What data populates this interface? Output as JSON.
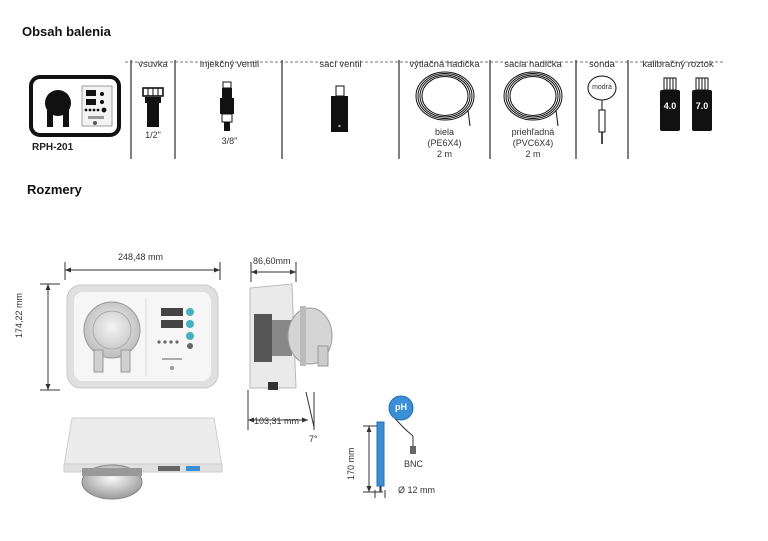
{
  "headings": {
    "contents": "Obsah balenia",
    "dimensions": "Rozmery"
  },
  "contents": {
    "model": "RPH-201",
    "columns": [
      {
        "label": "vsuvka",
        "caption": [
          "1/2\""
        ]
      },
      {
        "label": "injekčný ventil",
        "caption": [
          "3/8\""
        ]
      },
      {
        "label": "sací ventil",
        "caption": []
      },
      {
        "label": "výtlačná hadička",
        "caption": [
          "biela",
          "(PE6X4)",
          "2 m"
        ]
      },
      {
        "label": "sacia hadička",
        "caption": [
          "priehľadná",
          "(PVC6X4)",
          "2 m"
        ]
      },
      {
        "label": "sonda",
        "caption": [],
        "tag": "modrá"
      },
      {
        "label": "kalibračný roztok",
        "caption": [],
        "bottles": [
          "4.0",
          "7.0"
        ]
      }
    ]
  },
  "dimensions": {
    "width": "248,48 mm",
    "height": "174,22 mm",
    "depth": "86,60mm",
    "side_depth": "103,31 mm",
    "angle": "7°",
    "probe_length": "170 mm",
    "probe_connector": "BNC",
    "probe_diameter": "Ø 12 mm",
    "probe_label": "pH"
  },
  "colors": {
    "probe_blue": "#3a8fd6",
    "device_body": "#e6e6e6",
    "display_teal": "#45b0c4"
  }
}
